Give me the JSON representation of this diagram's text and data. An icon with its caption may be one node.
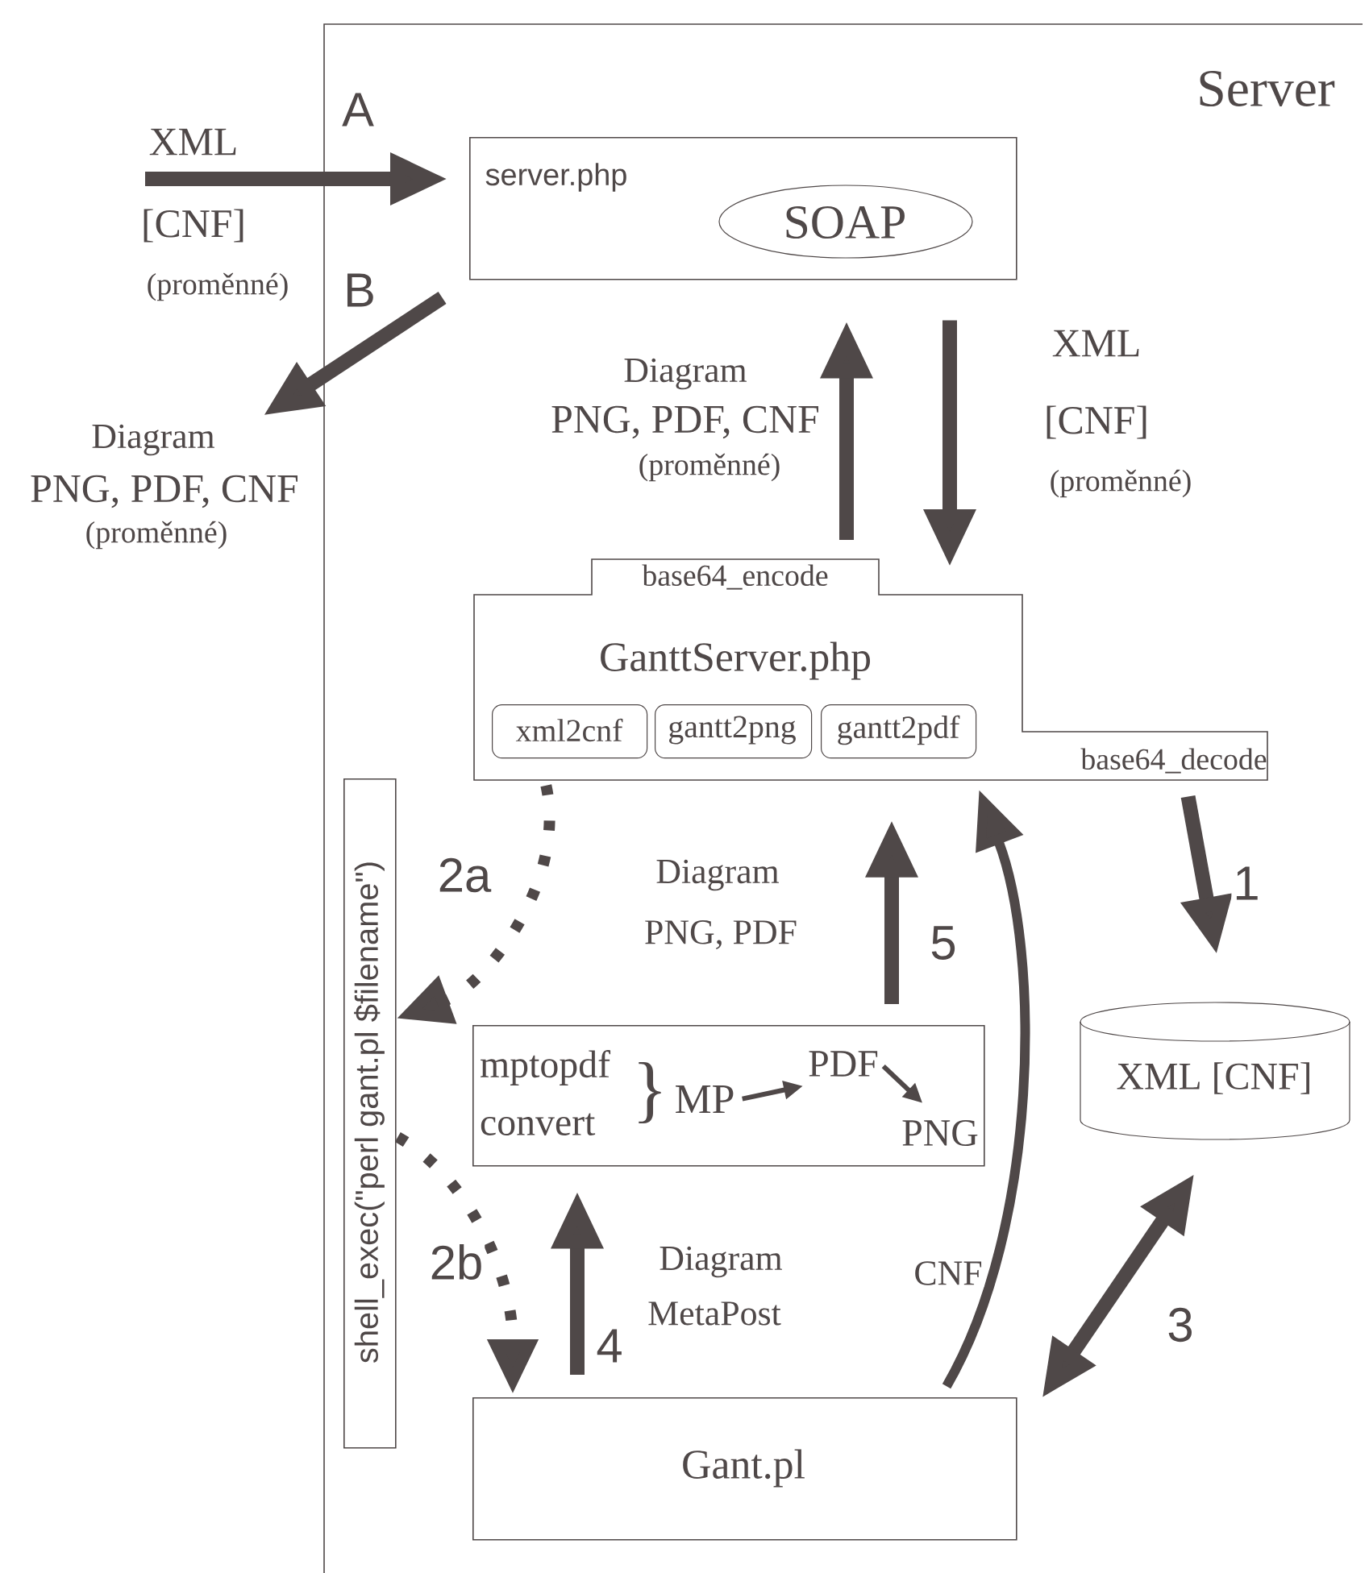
{
  "diagram": {
    "nodes": [
      {
        "text": [
          "Server"
        ]
      },
      {
        "text": [
          "server.php"
        ],
        "in": 0
      },
      {
        "text": [
          "SOAP"
        ],
        "in": 1
      },
      {
        "text": [
          "base64_encode",
          "GanttServer.php",
          "base64_decode"
        ],
        "in": 0
      },
      {
        "text": [
          "xml2cnf"
        ],
        "in": 3
      },
      {
        "text": [
          "gantt2png"
        ],
        "in": 3
      },
      {
        "text": [
          "gantt2pdf"
        ],
        "in": 3
      },
      {
        "text": [
          "mptopdf convert"
        ],
        "in": 0
      },
      {
        "text": [
          "MP"
        ],
        "in": 7
      },
      {
        "text": [
          "PDF"
        ],
        "in": 7
      },
      {
        "text": [
          "PNG"
        ],
        "in": 7
      },
      {
        "text": [
          "XML  [CNF]"
        ],
        "in": 0
      },
      {
        "text": [
          "Gant.pl"
        ],
        "in": 0
      },
      {
        "text": [
          "shell_exec(\"perl gant.pl $filename\")"
        ],
        "in": 0
      },
      {
        "text": [
          "Diagram",
          "PNG, PDF, CNF",
          "(proměnné)"
        ]
      }
    ],
    "edges": [
      {
        "from": null,
        "to": 1,
        "arrow": "to",
        "label": "A"
      },
      {
        "from": 1,
        "to": 14,
        "arrow": "to",
        "label": "B"
      },
      {
        "from": 3,
        "to": 1,
        "arrow": "to"
      },
      {
        "from": 1,
        "to": 3,
        "arrow": "to"
      },
      {
        "from": 3,
        "to": 11,
        "arrow": "to",
        "label": "1"
      },
      {
        "from": 3,
        "to": 13,
        "arrow": "to",
        "label": "2a",
        "style": "dashed"
      },
      {
        "from": 13,
        "to": 12,
        "arrow": "to",
        "label": "2b",
        "style": "dashed"
      },
      {
        "from": 12,
        "to": 11,
        "arrow": "both",
        "label": "3"
      },
      {
        "from": 12,
        "to": 7,
        "arrow": "to",
        "label": "4"
      },
      {
        "from": 7,
        "to": 3,
        "arrow": "to",
        "label": "5"
      },
      {
        "from": 12,
        "to": 3,
        "arrow": "to",
        "label": "CNF"
      },
      {
        "from": 8,
        "to": 9,
        "arrow": "to"
      },
      {
        "from": 9,
        "to": 10,
        "arrow": "to"
      }
    ],
    "labels": [
      "XML",
      "[CNF]",
      "(proměnné)",
      "Diagram",
      "PNG, PDF, CNF",
      "(proměnné)",
      "XML",
      "[CNF]",
      "(proměnné)",
      "Diagram",
      "PNG, PDF",
      "Diagram",
      "MetaPost",
      "}"
    ]
  }
}
